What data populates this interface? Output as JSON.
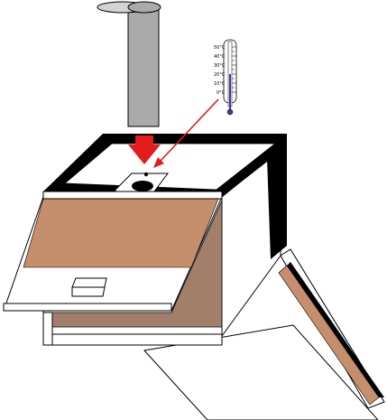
{
  "thermometer": {
    "scale_labels": [
      "50°C",
      "40°C",
      "30°C",
      "20°C",
      "10°C",
      "0°C"
    ]
  },
  "colors": {
    "lid_brown": "#c58f6e",
    "inner_brown": "#a17f6b",
    "pipe_gray": "#aaaaaa",
    "arrow_red": "#e21b1b",
    "frame_black": "#000000",
    "thermometer_liquid": "#3b3b9c"
  }
}
